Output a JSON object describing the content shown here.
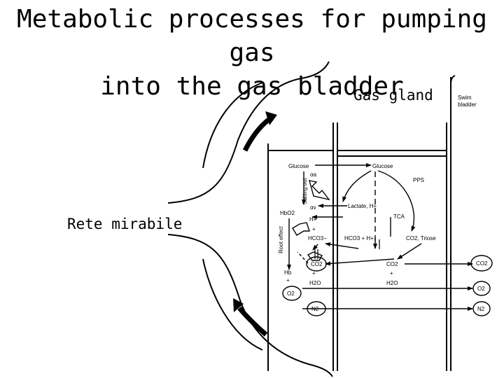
{
  "title_line1": "Metabolic processes for pumping gas",
  "title_line2": "into the gas bladder",
  "labels": {
    "gas_gland": "Gas gland",
    "rete_mirabile": "Rete mirabile",
    "swim_bladder_1": "Swim",
    "swim_bladder_2": "bladder",
    "glucose_left": "Glucose",
    "glucose_right": "Glucose",
    "salting_out": "Salting out",
    "alpha_a": "αa",
    "alpha_v": "αv",
    "pps": "PPS",
    "lactate": "Lactate, H+",
    "tca": "TCA",
    "hbo2": "HbO2",
    "h_plus": "H+",
    "plus_1": "+",
    "hco3_left": "HCO3−",
    "root_effect": "Root effect",
    "hco3_mid": "HCO3 + H+",
    "co2_triose": "CO2, Triose",
    "co2_left": "CO2",
    "co2_mid": "CO2",
    "co2_right": "CO2",
    "hb": "Hb",
    "plus_2": "+",
    "plus_3": "+",
    "plus_4": "+",
    "h2o_left": "H2O",
    "h2o_mid": "H2O",
    "o2_left": "O2",
    "o2_right": "O2",
    "n2_left": "N2",
    "n2_right": "N2"
  }
}
